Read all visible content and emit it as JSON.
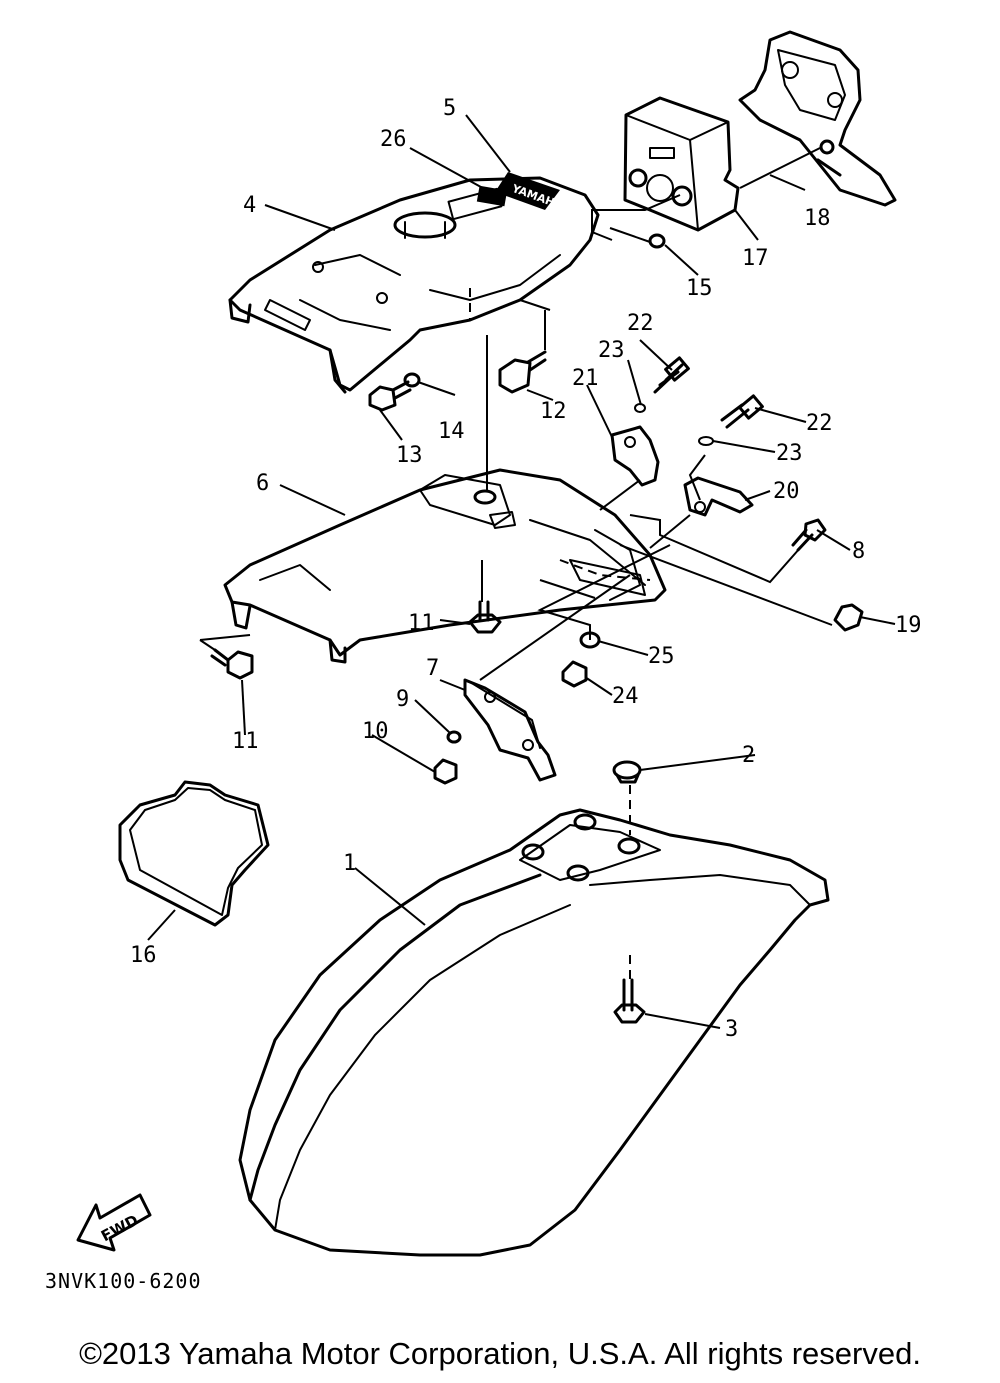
{
  "diagram": {
    "drawing_code": "3NVK100-6200",
    "fwd_label": "FWD",
    "decal_text": "YAMAHA",
    "callouts": {
      "c1": "1",
      "c2": "2",
      "c3": "3",
      "c4": "4",
      "c5": "5",
      "c6": "6",
      "c7": "7",
      "c8": "8",
      "c9": "9",
      "c10": "10",
      "c11a": "11",
      "c11b": "11",
      "c12": "12",
      "c13": "13",
      "c14": "14",
      "c15": "15",
      "c16": "16",
      "c17": "17",
      "c18": "18",
      "c19": "19",
      "c20": "20",
      "c21": "21",
      "c22a": "22",
      "c22b": "22",
      "c23a": "23",
      "c23b": "23",
      "c24": "24",
      "c25": "25",
      "c26": "26"
    }
  },
  "footer": {
    "copyright": "©2013 Yamaha Motor Corporation, U.S.A. All rights reserved."
  }
}
